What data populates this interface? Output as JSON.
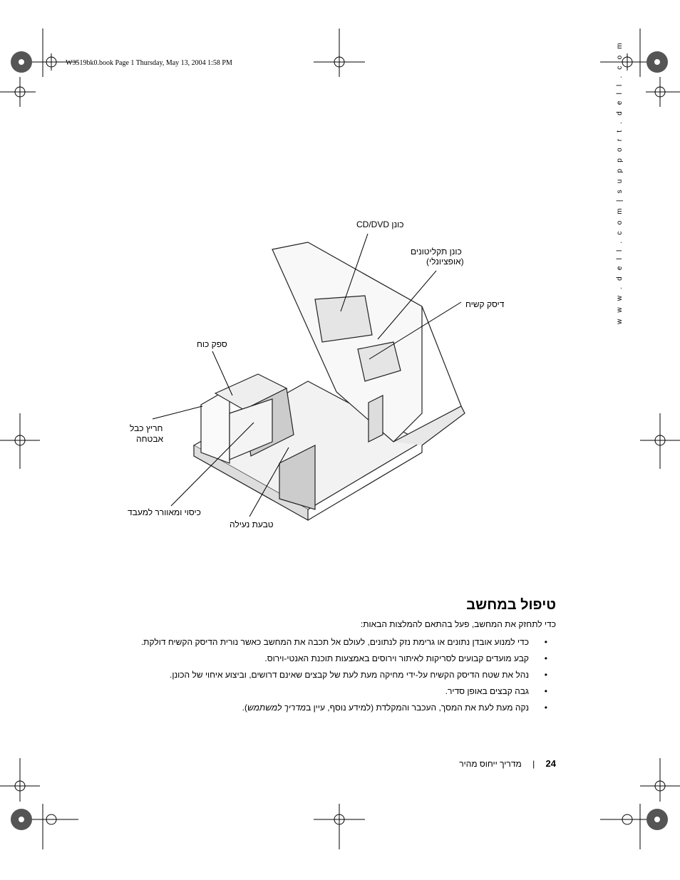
{
  "header": {
    "file_info": "W3519bk0.book  Page 1  Thursday, May 13, 2004  1:58 PM"
  },
  "side_url": "w w w . d e l l . c o m  |  s u p p o r t . d e l l . c o m",
  "diagram": {
    "labels": {
      "cd_dvd": "כונן CD/DVD",
      "floppy_line1": "כונן תקליטונים",
      "floppy_line2": "(אופציונלי)",
      "hard_drive": "דיסק קשיח",
      "power_supply": "ספק כוח",
      "security_slot_line1": "חריץ כבל",
      "security_slot_line2": "אבטחה",
      "processor_shroud": "כיסוי ומאוורר למעבד",
      "padlock_ring": "טבעת נעילה"
    }
  },
  "section": {
    "title": "טיפול במחשב",
    "intro": "כדי לתחזק את המחשב, פעל בהתאם להמלצות הבאות:",
    "bullet_symbol": "•",
    "bullets": [
      "כדי למנוע אובדן נתונים או גרימת נזק לנתונים, לעולם אל תכבה את המחשב כאשר נורית הדיסק הקשיח דולקת.",
      "קבע מועדים קבועים לסריקות לאיתור וירוסים באמצעות תוכנת האנטי-וירוס.",
      "נהל את שטח הדיסק הקשיח על-ידי מחיקה מעת לעת של קבצים שאינם דרושים, וביצוע איחוי של הכונן.",
      "גבה קבצים באופן סדיר."
    ],
    "last_bullet_pre": "נקה מעת לעת את המסך, העכבר והמקלדת (למידע נוסף, עיין ב",
    "last_bullet_italic": "מדריך למשתמש",
    "last_bullet_post": ")."
  },
  "footer": {
    "page_number": "24",
    "separator": "|",
    "title": "מדריך ייחוס מהיר"
  }
}
